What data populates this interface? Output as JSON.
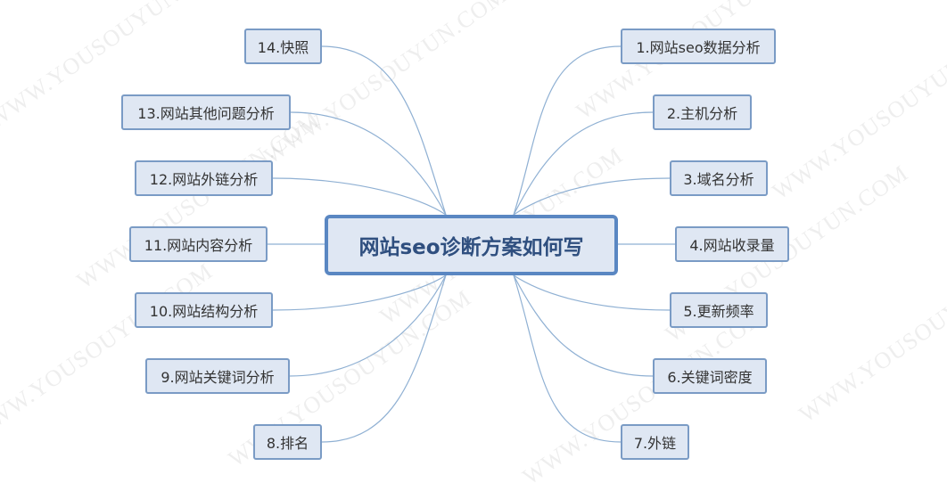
{
  "watermark": "WWW.YOUSOUYUN.COM",
  "center": "网站seo诊断方案如何写",
  "right_nodes": [
    {
      "label": "1.网站seo数据分析"
    },
    {
      "label": "2.主机分析"
    },
    {
      "label": "3.域名分析"
    },
    {
      "label": "4.网站收录量"
    },
    {
      "label": "5.更新频率"
    },
    {
      "label": "6.关键词密度"
    },
    {
      "label": "7.外链"
    }
  ],
  "left_nodes": [
    {
      "label": "14.快照"
    },
    {
      "label": "13.网站其他问题分析"
    },
    {
      "label": "12.网站外链分析"
    },
    {
      "label": "11.网站内容分析"
    },
    {
      "label": "10.网站结构分析"
    },
    {
      "label": "9.网站关键词分析"
    },
    {
      "label": "8.排名"
    }
  ],
  "colors": {
    "node_fill": "#dfe7f3",
    "node_border": "#7a9bc5",
    "center_border": "#5a87c2",
    "link": "#8fb0d3"
  }
}
